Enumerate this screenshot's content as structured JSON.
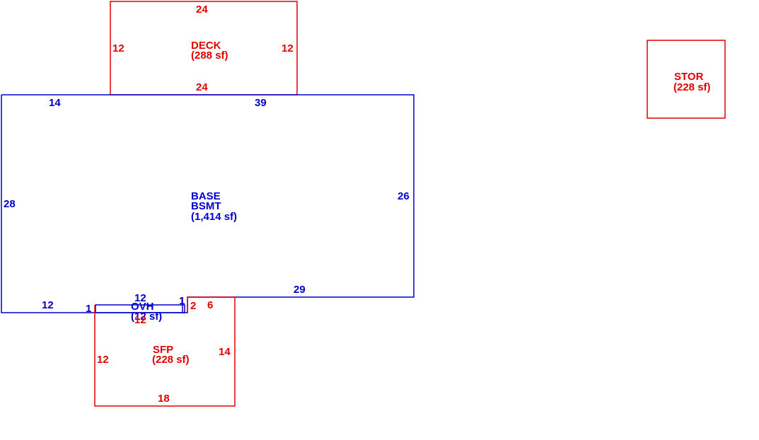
{
  "colors": {
    "base": "#0000cc",
    "addition": "#e00000",
    "background": "#ffffff"
  },
  "areas": {
    "deck": {
      "name": "DECK",
      "area": "(288 sf)"
    },
    "base": {
      "name": "BASE",
      "name2": "BSMT",
      "area": "(1,414 sf)"
    },
    "ovh": {
      "name": "OVH",
      "area": "(12 sf)"
    },
    "sfp": {
      "name": "SFP",
      "area": "(228 sf)"
    },
    "stor": {
      "name": "STOR",
      "area": "(228 sf)"
    }
  },
  "dimensions": {
    "deck": {
      "top": "24",
      "left": "12",
      "right": "12",
      "bottom": "24"
    },
    "base": {
      "top_left": "14",
      "top_right": "39",
      "left": "28",
      "right": "26",
      "bottom_left": "12",
      "bottom_right": "29",
      "step_left": "1",
      "step_right": "1"
    },
    "ovh": {
      "top": "12",
      "bottom": "12"
    },
    "sfp": {
      "left": "12",
      "right": "14",
      "bottom": "18",
      "top_right": "6",
      "step": "2"
    }
  }
}
